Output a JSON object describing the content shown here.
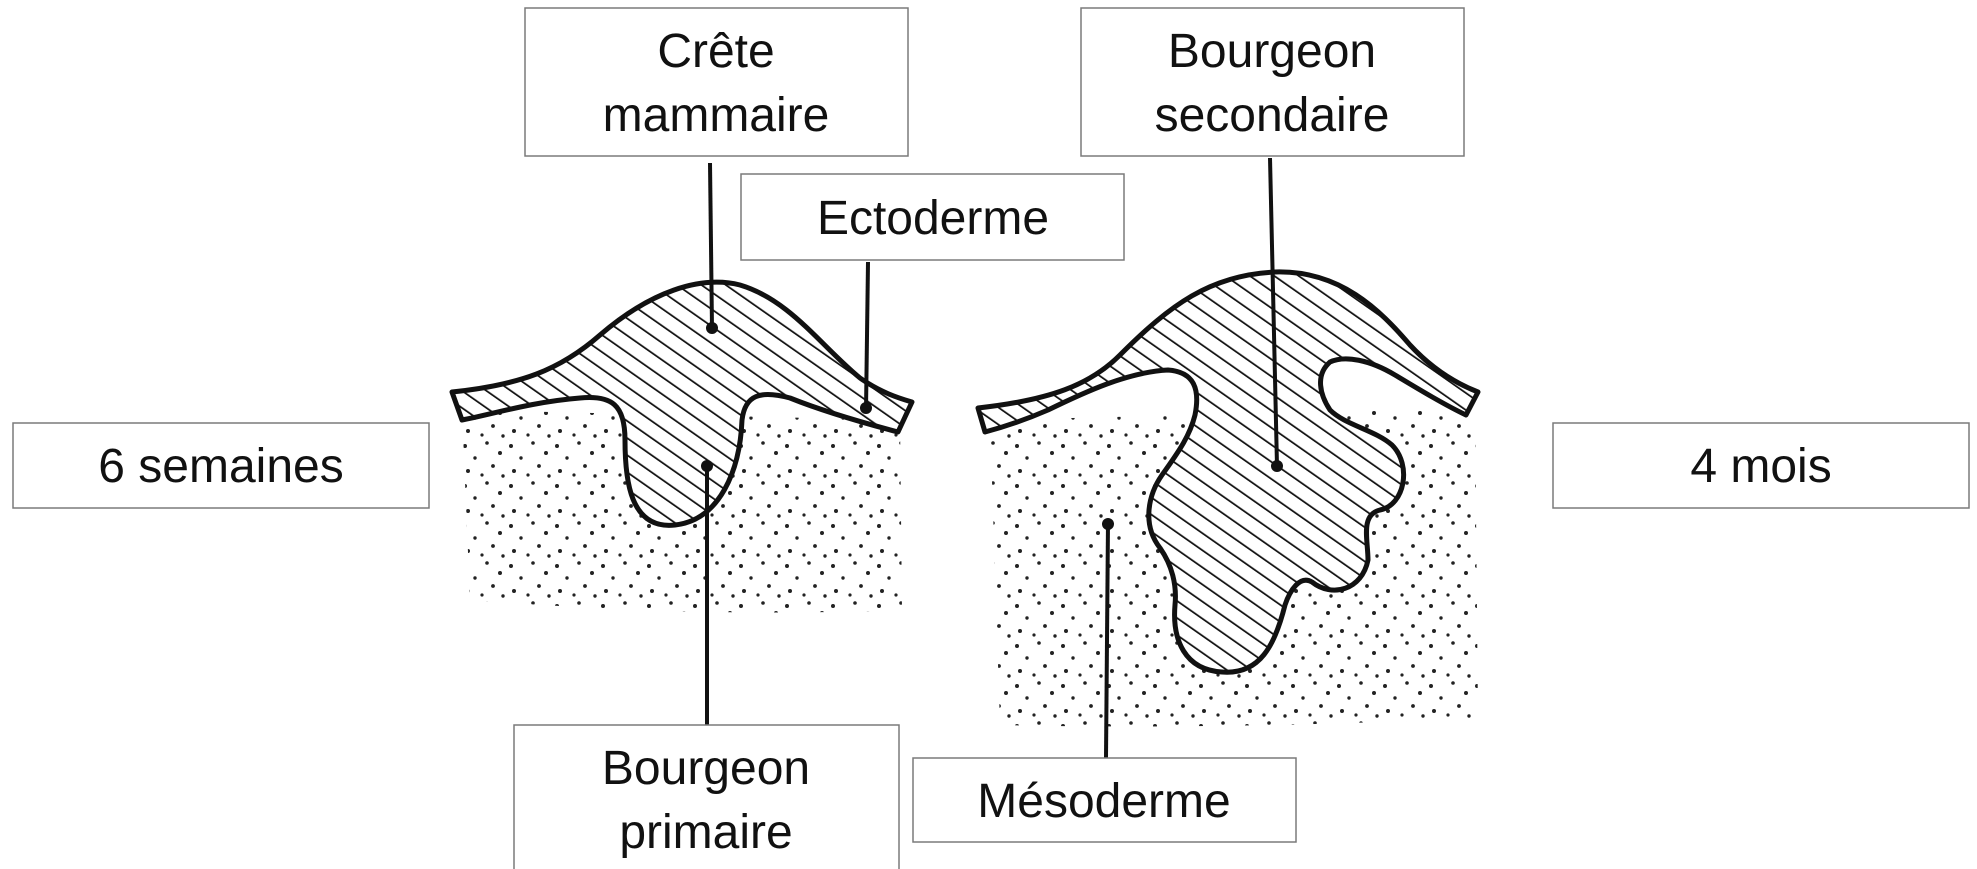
{
  "labels": {
    "crete_line1": "Crête",
    "crete_line2": "mammaire",
    "ectoderme": "Ectoderme",
    "bourgeon_secondaire_line1": "Bourgeon",
    "bourgeon_secondaire_line2": "secondaire",
    "six_semaines": "6 semaines",
    "quatre_mois": "4 mois",
    "bourgeon_primaire_line1": "Bourgeon",
    "bourgeon_primaire_line2": "primaire",
    "mesoderme": "Mésoderme"
  },
  "colors": {
    "ink": "#111111",
    "box_border": "#7a7a7a",
    "background": "#ffffff"
  }
}
